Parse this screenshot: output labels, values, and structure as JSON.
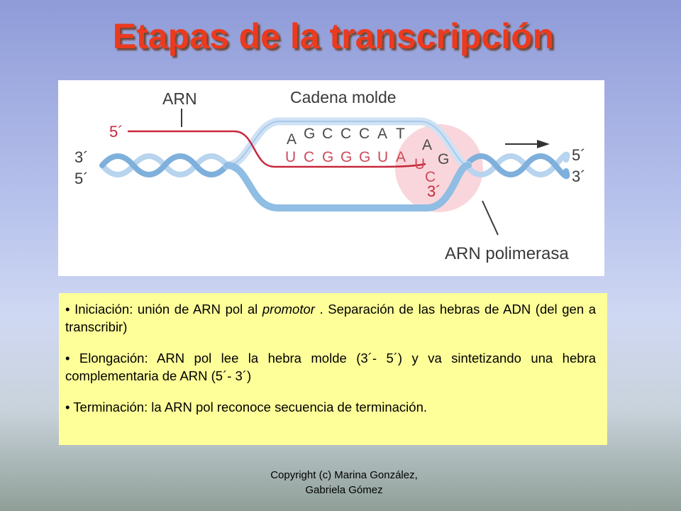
{
  "title": "Etapas de la transcripción",
  "diagram": {
    "labels": {
      "arn": "ARN",
      "cadena_molde": "Cadena molde",
      "arn_polimerasa": "ARN polimerasa",
      "left_top_end": "3´",
      "left_bottom_end": "5´",
      "right_top_end": "5´",
      "right_bottom_end": "3´",
      "rna_5_end": "5´",
      "rna_3_end": "3´"
    },
    "template_bases": [
      "A",
      "G",
      "C",
      "C",
      "C",
      "A",
      "T",
      "A",
      "G"
    ],
    "rna_bases": [
      "U",
      "C",
      "G",
      "G",
      "G",
      "U",
      "A",
      "U",
      "C"
    ],
    "colors": {
      "rna": "#c8283c",
      "dna_light": "#b8d4ee",
      "dna_dark": "#7fb0dc",
      "polymerase": "#f7c8cf",
      "label": "#3a3a3a",
      "template_base": "#4a4a4a",
      "rna_base": "#d04a5a"
    }
  },
  "bullets": [
    {
      "prefix": "• Iniciación: unión de ARN pol al ",
      "emphasis": "promotor",
      "suffix": " . Separación de las hebras de ADN (del gen a transcribir)"
    },
    {
      "prefix": "• Elongación: ARN pol lee la hebra molde (3´- 5´) y va sintetizando una hebra complementaria de ARN (5´- 3´)",
      "emphasis": "",
      "suffix": ""
    },
    {
      "prefix": "• Terminación: la ARN pol reconoce secuencia de terminación.",
      "emphasis": "",
      "suffix": ""
    }
  ],
  "copyright": {
    "line1": "Copyright (c) Marina González,",
    "line2": "Gabriela Gómez"
  }
}
